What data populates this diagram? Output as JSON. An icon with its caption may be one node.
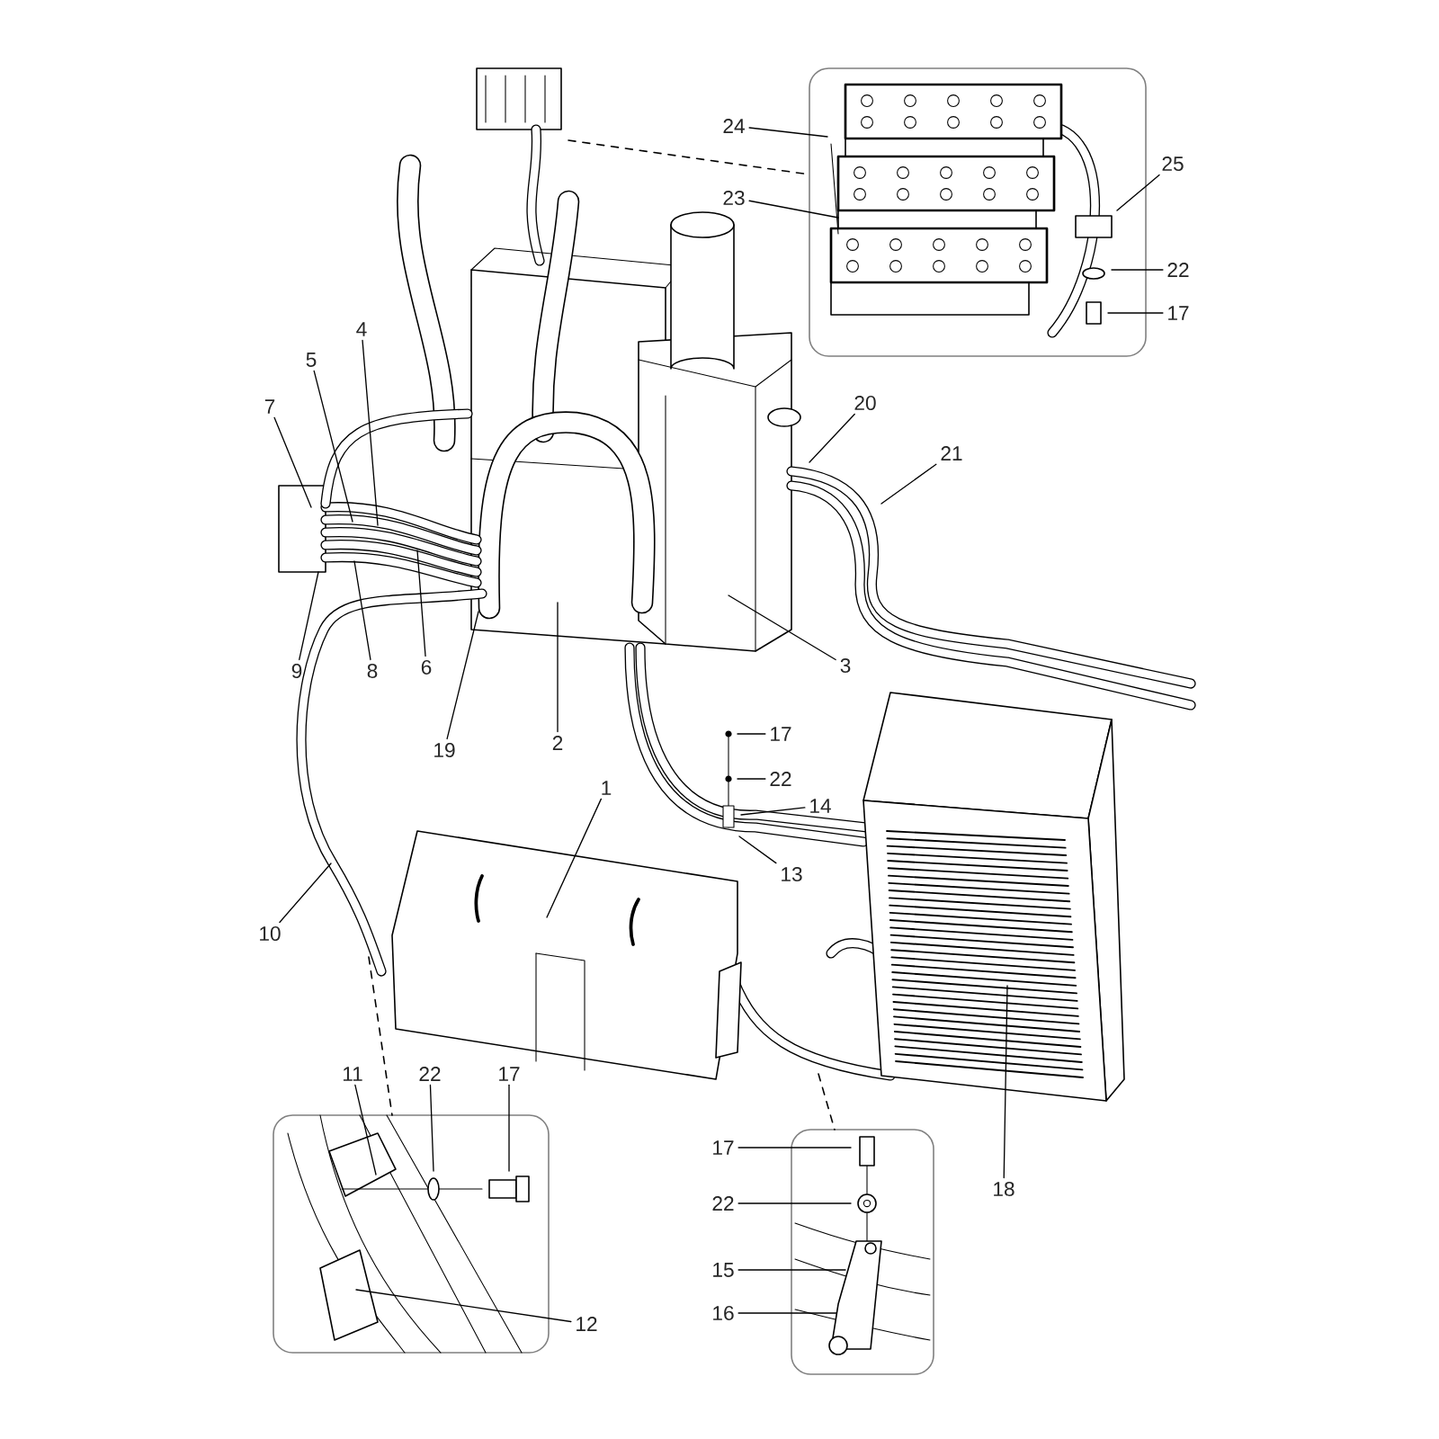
{
  "diagram": {
    "nodes": [
      {
        "text": [
          "24"
        ]
      },
      {
        "text": [
          "25"
        ]
      },
      {
        "text": [
          "23"
        ]
      },
      {
        "text": [
          "22"
        ]
      },
      {
        "text": [
          "17"
        ]
      },
      {
        "text": [
          "4"
        ]
      },
      {
        "text": [
          "5"
        ]
      },
      {
        "text": [
          "20"
        ]
      },
      {
        "text": [
          "7"
        ]
      },
      {
        "text": [
          "21"
        ]
      },
      {
        "text": [
          "3"
        ]
      },
      {
        "text": [
          "9"
        ]
      },
      {
        "text": [
          "8"
        ]
      },
      {
        "text": [
          "6"
        ]
      },
      {
        "text": [
          "17"
        ]
      },
      {
        "text": [
          "2"
        ]
      },
      {
        "text": [
          "19"
        ]
      },
      {
        "text": [
          "22"
        ]
      },
      {
        "text": [
          "1"
        ]
      },
      {
        "text": [
          "14"
        ]
      },
      {
        "text": [
          "13"
        ]
      },
      {
        "text": [
          "10"
        ]
      },
      {
        "text": [
          "11"
        ]
      },
      {
        "text": [
          "22"
        ]
      },
      {
        "text": [
          "17"
        ]
      },
      {
        "text": [
          "17"
        ]
      },
      {
        "text": [
          "18"
        ]
      },
      {
        "text": [
          "22"
        ]
      },
      {
        "text": [
          "15"
        ]
      },
      {
        "text": [
          "16"
        ]
      },
      {
        "text": [
          "12"
        ]
      }
    ],
    "edges": [
      {
        "from": 0,
        "to": null,
        "arrow": "none"
      },
      {
        "from": 1,
        "to": null,
        "arrow": "none"
      },
      {
        "from": 2,
        "to": null,
        "arrow": "none"
      },
      {
        "from": 3,
        "to": null,
        "arrow": "none"
      },
      {
        "from": 4,
        "to": null,
        "arrow": "none"
      },
      {
        "from": 5,
        "to": null,
        "arrow": "none"
      },
      {
        "from": 6,
        "to": null,
        "arrow": "none"
      },
      {
        "from": 7,
        "to": null,
        "arrow": "none"
      },
      {
        "from": 8,
        "to": null,
        "arrow": "none"
      },
      {
        "from": 9,
        "to": null,
        "arrow": "none"
      },
      {
        "from": 10,
        "to": null,
        "arrow": "none"
      },
      {
        "from": 11,
        "to": null,
        "arrow": "none"
      },
      {
        "from": 12,
        "to": null,
        "arrow": "none"
      },
      {
        "from": 13,
        "to": null,
        "arrow": "none"
      },
      {
        "from": 14,
        "to": null,
        "arrow": "none"
      },
      {
        "from": 15,
        "to": null,
        "arrow": "none"
      },
      {
        "from": 16,
        "to": null,
        "arrow": "none"
      },
      {
        "from": 17,
        "to": null,
        "arrow": "none"
      },
      {
        "from": 18,
        "to": null,
        "arrow": "none"
      },
      {
        "from": 19,
        "to": null,
        "arrow": "none"
      },
      {
        "from": 20,
        "to": null,
        "arrow": "none"
      },
      {
        "from": 21,
        "to": null,
        "arrow": "none"
      },
      {
        "from": 22,
        "to": null,
        "arrow": "none"
      },
      {
        "from": 23,
        "to": null,
        "arrow": "none"
      },
      {
        "from": 24,
        "to": null,
        "arrow": "none"
      },
      {
        "from": 25,
        "to": null,
        "arrow": "none"
      },
      {
        "from": 26,
        "to": null,
        "arrow": "none"
      },
      {
        "from": 27,
        "to": null,
        "arrow": "none"
      },
      {
        "from": 28,
        "to": null,
        "arrow": "none"
      },
      {
        "from": 29,
        "to": null,
        "arrow": "none"
      },
      {
        "from": 30,
        "to": null,
        "arrow": "none"
      }
    ]
  }
}
